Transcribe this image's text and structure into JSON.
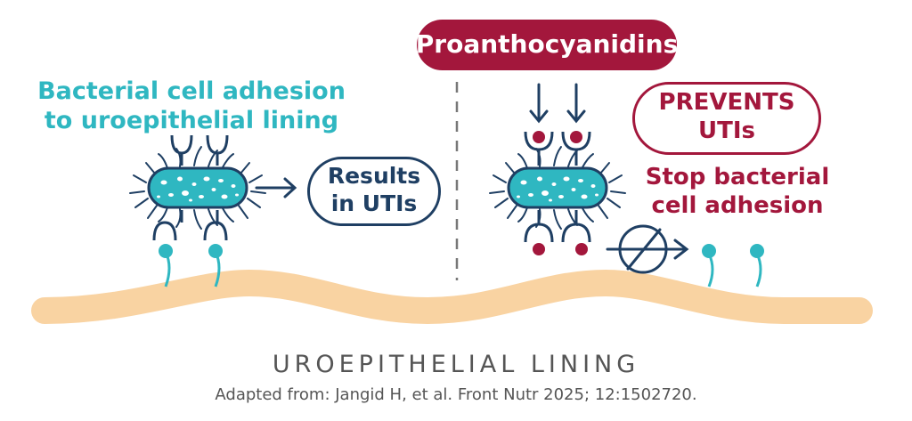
{
  "left_panel": {
    "title_line1": "Bacterial cell adhesion",
    "title_line2": "to uroepithelial lining",
    "result_line1": "Results",
    "result_line2": "in UTIs"
  },
  "right_panel": {
    "badge": "Proanthocyanidins",
    "prevents_line1": "PREVENTS",
    "prevents_line2": "UTIs",
    "stop_line1": "Stop bacterial",
    "stop_line2": "cell adhesion"
  },
  "lining_label": "UROEPITHELIAL LINING",
  "source": "Adapted from: Jangid H, et al. Front Nutr 2025; 12:1502720.",
  "colors": {
    "teal": "#2fb7c1",
    "navy": "#1f3f63",
    "crimson": "#a3173c",
    "lining": "#f9d3a2"
  }
}
